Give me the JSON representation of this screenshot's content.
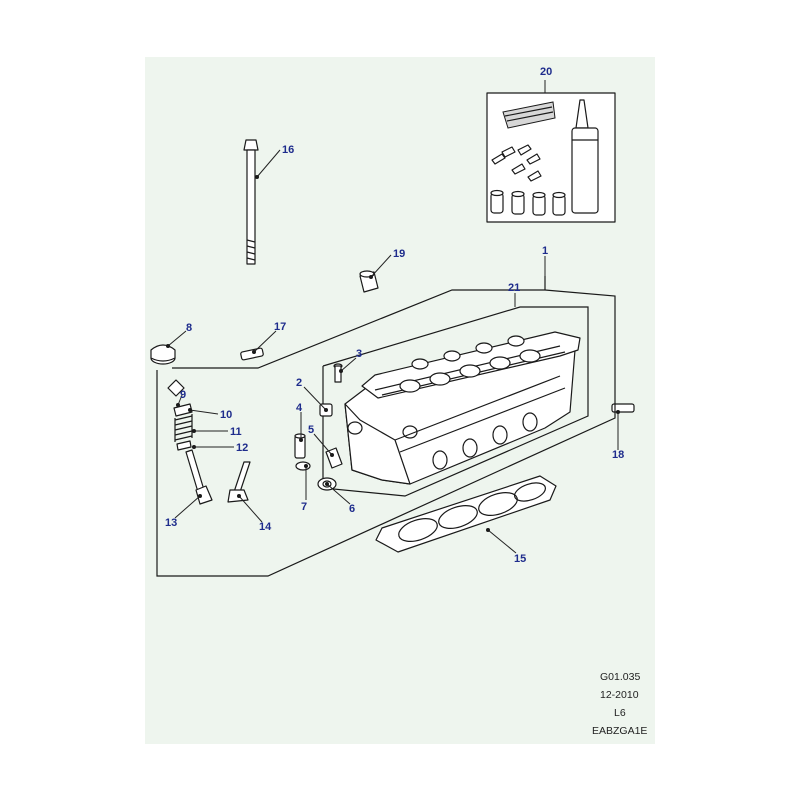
{
  "callouts": [
    {
      "id": "1",
      "part": "cylinder-head-assembly"
    },
    {
      "id": "2",
      "part": "valve-guide"
    },
    {
      "id": "3",
      "part": "stud"
    },
    {
      "id": "4",
      "part": "valve-lifter"
    },
    {
      "id": "5",
      "part": "valve-lifter"
    },
    {
      "id": "6",
      "part": "valve-seal"
    },
    {
      "id": "7",
      "part": "valve-seat"
    },
    {
      "id": "8",
      "part": "cap"
    },
    {
      "id": "9",
      "part": "collet"
    },
    {
      "id": "10",
      "part": "retainer"
    },
    {
      "id": "11",
      "part": "valve-spring"
    },
    {
      "id": "12",
      "part": "spring-seat"
    },
    {
      "id": "13",
      "part": "intake-valve"
    },
    {
      "id": "14",
      "part": "exhaust-valve"
    },
    {
      "id": "15",
      "part": "head-gasket"
    },
    {
      "id": "16",
      "part": "head-bolt"
    },
    {
      "id": "17",
      "part": "dowel"
    },
    {
      "id": "18",
      "part": "dowel"
    },
    {
      "id": "19",
      "part": "sleeve"
    },
    {
      "id": "20",
      "part": "gasket-kit"
    },
    {
      "id": "21",
      "part": "cylinder-head"
    }
  ],
  "reference": {
    "diagram_code": "G01.035",
    "date": "12-2010",
    "model_code": "L6",
    "image_code": "EABZGA1E"
  }
}
